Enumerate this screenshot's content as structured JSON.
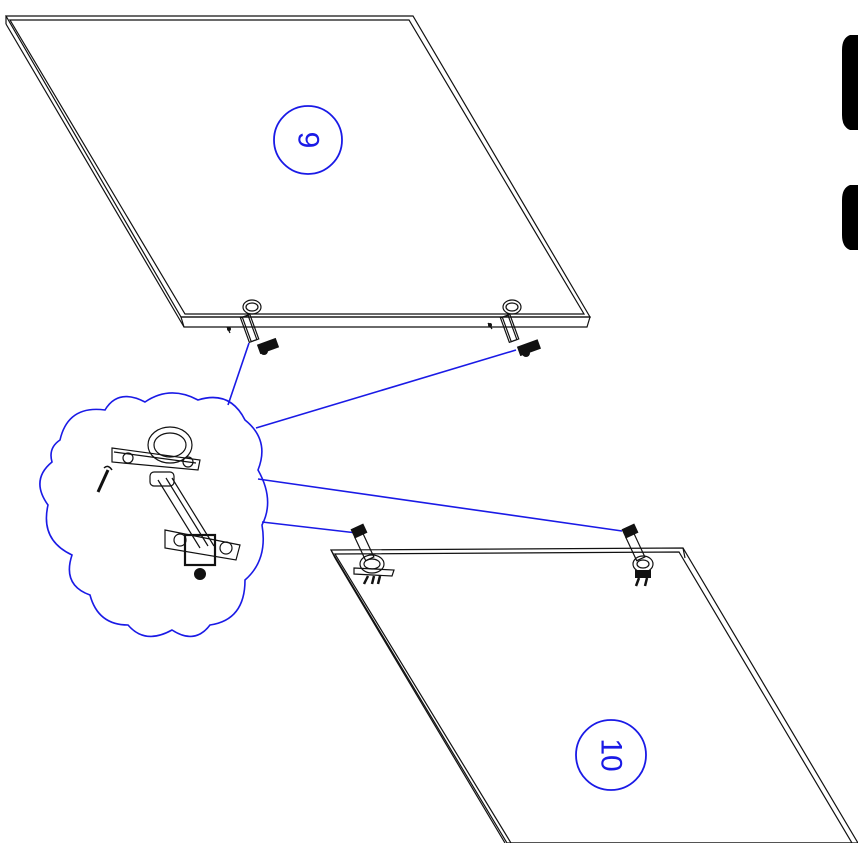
{
  "panels": [
    {
      "id": "panel-9",
      "label": "9"
    },
    {
      "id": "panel-10",
      "label": "10"
    }
  ],
  "colors": {
    "line": "#111111",
    "callout": "#1a1ae6",
    "tab": "#000000",
    "background": "#ffffff"
  },
  "icons": [
    "hinge-icon",
    "screw-icon",
    "detail-cloud-icon",
    "edge-tab-icon"
  ]
}
